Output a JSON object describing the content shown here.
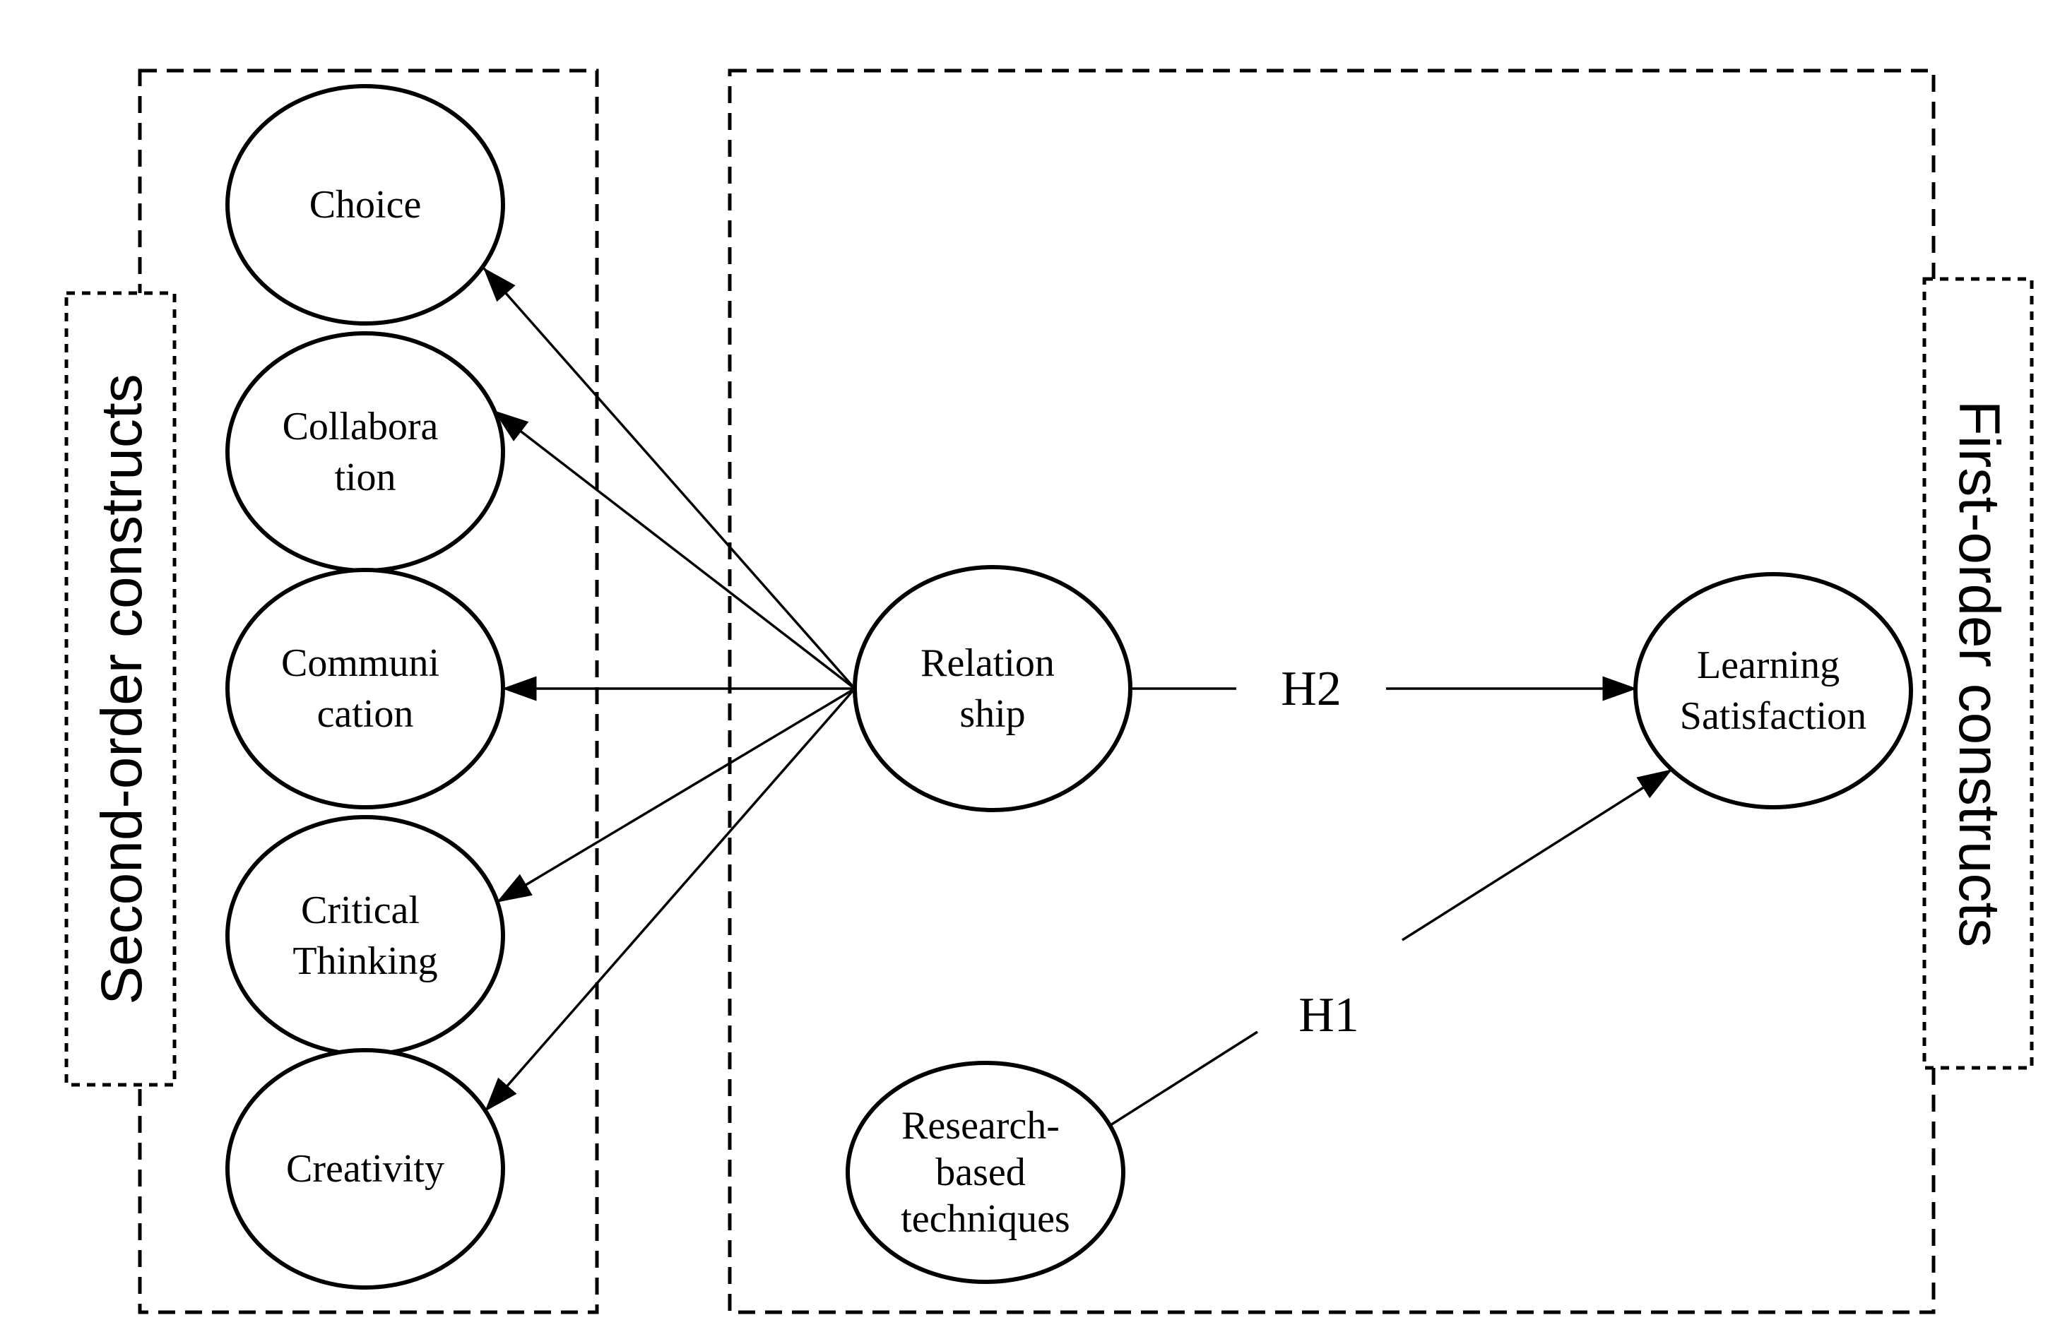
{
  "figure": {
    "type": "structural-model-diagram",
    "background_color": "#ffffff",
    "stroke_color": "#000000",
    "text_color": "#000000"
  },
  "groups": {
    "second_order": {
      "label": "Second-order constructs"
    },
    "first_order": {
      "label": "First-order constructs"
    }
  },
  "nodes": {
    "choice": {
      "line1": "Choice"
    },
    "collaboration": {
      "line1": "Collabora",
      "line2": "tion"
    },
    "communication": {
      "line1": "Communi",
      "line2": "cation"
    },
    "critical_thinking": {
      "line1": "Critical",
      "line2": "Thinking"
    },
    "creativity": {
      "line1": "Creativity"
    },
    "relationship": {
      "line1": "Relation",
      "line2": "ship"
    },
    "research_based": {
      "line1": "Research-",
      "line2": "based",
      "line3": "techniques"
    },
    "learning_satisfaction": {
      "line1": "Learning",
      "line2": "Satisfaction"
    }
  },
  "hypotheses": {
    "h1": "H1",
    "h2": "H2"
  },
  "edges": [
    {
      "from": "relationship",
      "to": "choice",
      "label": ""
    },
    {
      "from": "relationship",
      "to": "collaboration",
      "label": ""
    },
    {
      "from": "relationship",
      "to": "communication",
      "label": ""
    },
    {
      "from": "relationship",
      "to": "critical_thinking",
      "label": ""
    },
    {
      "from": "relationship",
      "to": "creativity",
      "label": ""
    },
    {
      "from": "relationship",
      "to": "learning_satisfaction",
      "label": "H2"
    },
    {
      "from": "research_based",
      "to": "learning_satisfaction",
      "label": "H1"
    }
  ]
}
